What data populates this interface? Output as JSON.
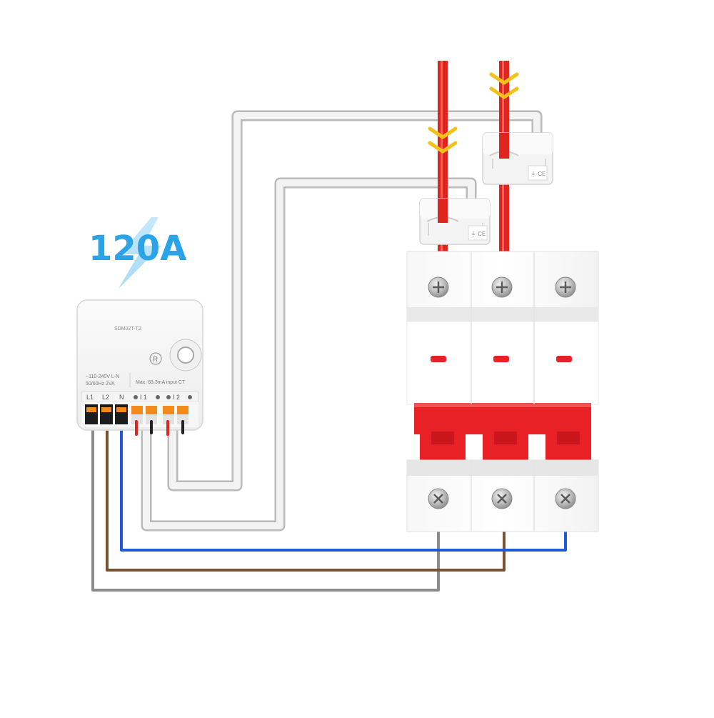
{
  "rating": "120A",
  "meter": {
    "model": "SDM02T-T2",
    "reset_symbol": "R",
    "spec_voltage": "~110-240V L-N",
    "spec_freq": "50/60Hz 2VA",
    "spec_ct": "Max. 83.3mA input CT",
    "terminals": {
      "l1": "L1",
      "l2": "L2",
      "n": "N",
      "i1": "I 1",
      "i2": "I 2"
    }
  },
  "colors": {
    "live_wire": "#e0251f",
    "arrow": "#f2c21b",
    "ct_cable": "#e4e4e4",
    "wire_brown": "#7a5230",
    "wire_blue": "#1f5bd6",
    "wire_grey": "#8c8c8c",
    "breaker_handle": "#e82127",
    "rating_text": "#2aa3e8"
  },
  "icons": [
    "lightning-bolt-icon",
    "reset-button-icon",
    "flow-arrow-icon",
    "screw-icon"
  ]
}
